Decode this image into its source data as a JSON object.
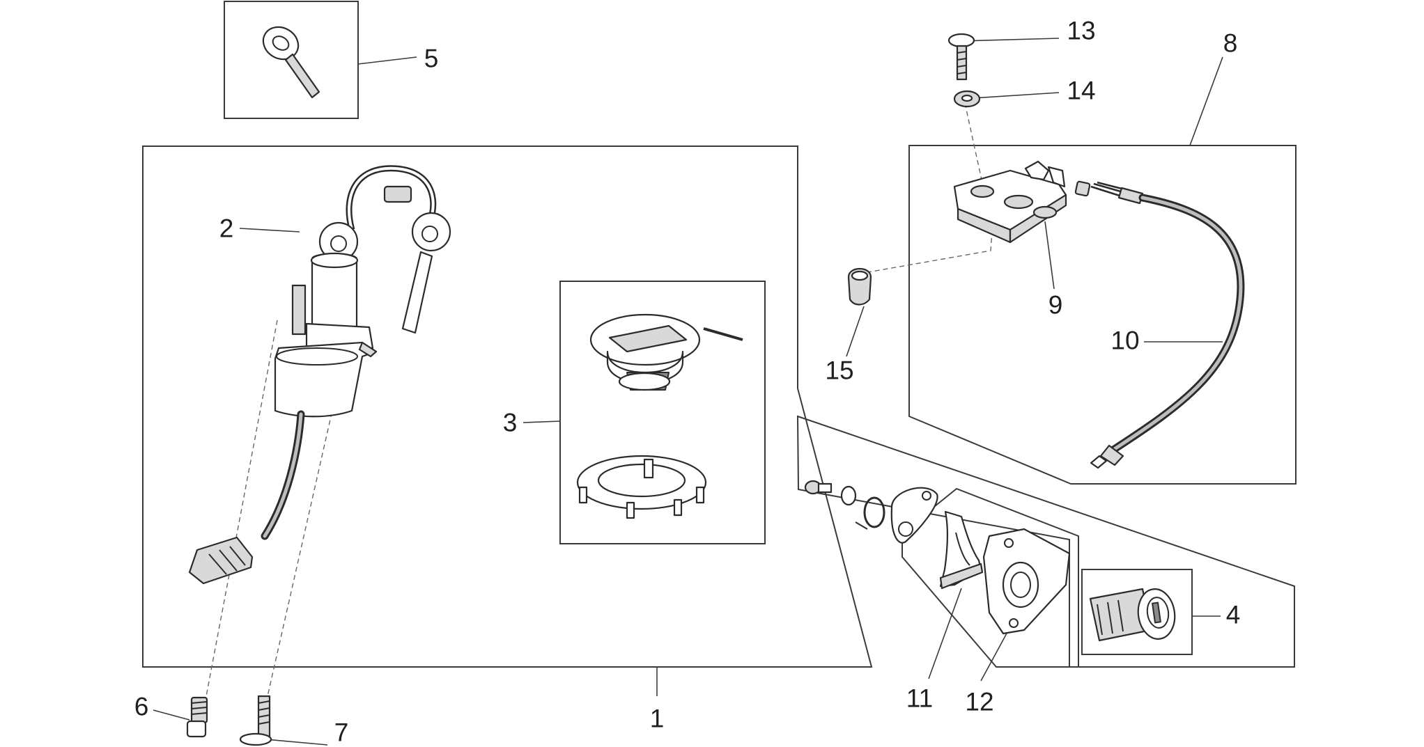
{
  "callouts": [
    {
      "id": "1",
      "label": "1"
    },
    {
      "id": "2",
      "label": "2"
    },
    {
      "id": "3",
      "label": "3"
    },
    {
      "id": "4",
      "label": "4"
    },
    {
      "id": "5",
      "label": "5"
    },
    {
      "id": "6",
      "label": "6"
    },
    {
      "id": "7",
      "label": "7"
    },
    {
      "id": "8",
      "label": "8"
    },
    {
      "id": "9",
      "label": "9"
    },
    {
      "id": "10",
      "label": "10"
    },
    {
      "id": "11",
      "label": "11"
    },
    {
      "id": "12",
      "label": "12"
    },
    {
      "id": "13",
      "label": "13"
    },
    {
      "id": "14",
      "label": "14"
    },
    {
      "id": "15",
      "label": "15"
    }
  ]
}
